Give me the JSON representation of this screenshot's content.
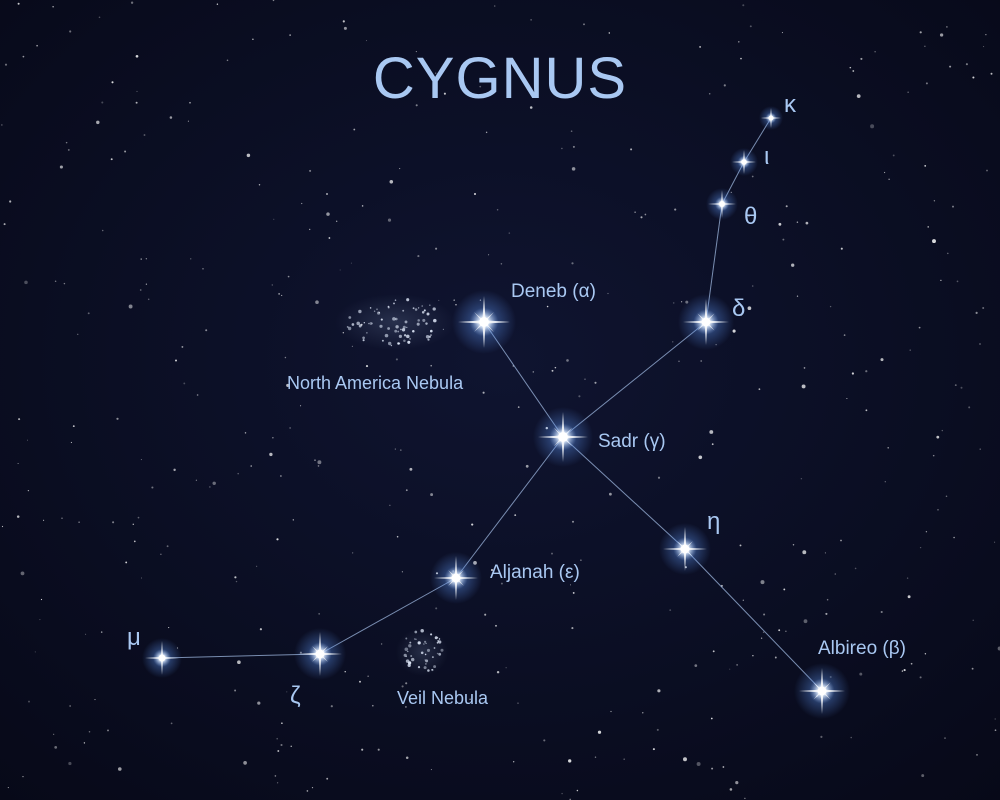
{
  "title": "CYGNUS",
  "colors": {
    "background": "#0a0d24",
    "text": "#a9c8f2",
    "star_core": "#ffffff",
    "star_glow": "#5a8ee6",
    "lines": "#9fb8e0"
  },
  "stars": {
    "deneb": "Deneb (α)",
    "sadr": "Sadr (γ)",
    "aljanah": "Aljanah (ε)",
    "albireo": "Albireo (β)",
    "delta": "δ",
    "eta": "η",
    "theta": "θ",
    "iota": "ι",
    "kappa": "κ",
    "zeta": "ζ",
    "mu": "μ"
  },
  "nebulae": {
    "north_america": "North America Nebula",
    "veil": "Veil Nebula"
  }
}
